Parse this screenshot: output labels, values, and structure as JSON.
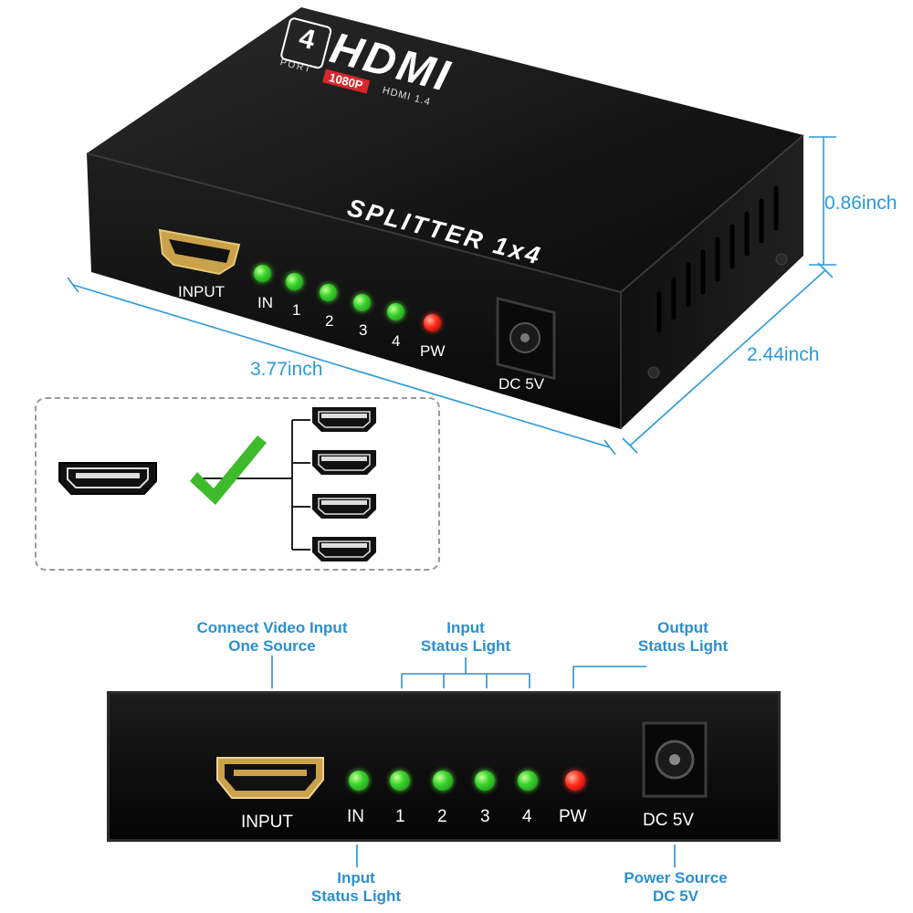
{
  "product": {
    "badge_number": "4",
    "badge_port": "PORT",
    "badge_hdmi": "HDMI",
    "badge_resolution": "1080P",
    "badge_version": "HDMI 1.4",
    "model_text": "SPLITTER 1x4"
  },
  "dimensions": {
    "length": "3.77inch",
    "width": "2.44inch",
    "height": "0.86inch"
  },
  "top_panel": {
    "input_label": "INPUT",
    "led_labels": [
      "IN",
      "1",
      "2",
      "3",
      "4",
      "PW"
    ],
    "dc_label": "DC 5V"
  },
  "front_panel": {
    "input_label": "INPUT",
    "led_labels": [
      "IN",
      "1",
      "2",
      "3",
      "4",
      "PW"
    ],
    "dc_label": "DC 5V"
  },
  "callouts": {
    "connect_video": "Connect Video Input\nOne Source",
    "input_status_top": "Input\nStatus Light",
    "output_status": "Output\nStatus Light",
    "input_status_bottom": "Input\nStatus Light",
    "power_source": "Power Source\nDC  5V"
  },
  "colors": {
    "accent_blue": "#2a9ad8",
    "led_green": "#39d32d",
    "led_red": "#ff2a1a",
    "check_green": "#3dbb2a",
    "hdmi_gold": "#c9a24a"
  }
}
